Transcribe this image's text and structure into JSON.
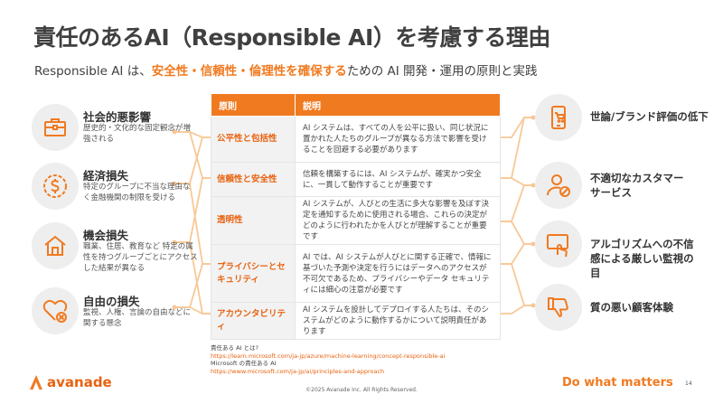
{
  "title": "責任のあるAI（Responsible AI）を考慮する理由",
  "subtitle": {
    "prefix": "Responsible AI は、",
    "highlight": "安全性・信頼性・倫理性を確保する",
    "suffix": "ための AI 開発・運用の原則と実践"
  },
  "left_items": [
    {
      "title": "社会的悪影響",
      "desc": "歴史的・文化的な固定観念が増強される",
      "icon": "toolbox-icon"
    },
    {
      "title": "経済損失",
      "desc": "特定のグループに不当な理由なく金融機関の制限を受ける",
      "icon": "dollar-icon"
    },
    {
      "title": "機会損失",
      "desc": "職業、住居、教育など 特定の属性を持つグループごとにアクセスした結果が異なる",
      "icon": "house-icon"
    },
    {
      "title": "自由の損失",
      "desc": "監視、人権、言論の自由などに関する懸念",
      "icon": "broken-heart-icon"
    }
  ],
  "right_items": [
    {
      "title": "世論/ブランド評価の低下",
      "icon": "mobile-cart-icon"
    },
    {
      "title": "不適切なカスタマーサービス",
      "icon": "person-blocked-icon"
    },
    {
      "title": "アルゴリズムへの不信感による厳しい監視の目",
      "icon": "tablet-touch-icon"
    },
    {
      "title": "質の悪い顧客体験",
      "icon": "thumbs-down-icon"
    }
  ],
  "table": {
    "headers": [
      "原則",
      "説明"
    ],
    "rows": [
      {
        "principle": "公平性と包括性",
        "description": "AI システムは、すべての人を公平に扱い、同じ状況に置かれた人たちのグループが異なる方法で影響を受けることを回避する必要があります"
      },
      {
        "principle": "信頼性と安全性",
        "description": "信頼を構築するには、AI システムが、確実かつ安全に、一貫して動作することが重要です"
      },
      {
        "principle": "透明性",
        "description": "AI システムが、人びとの生活に多大な影響を及ぼす決定を通知するために使用される場合、これらの決定がどのように行われたかを人びとが理解することが重要です"
      },
      {
        "principle": "プライバシーとセキュリティ",
        "description": "AI では、AI システムが人びとに関する正確で、情報に基づいた予測や決定を行うにはデータへのアクセスが不可欠であるため、プライバシーやデータ セキュリティには細心の注意が必要です"
      },
      {
        "principle": "アカウンタビリティ",
        "description": "AI システムを設計してデプロイする人たちは、そのシステムがどのように動作するかについて説明責任があります"
      }
    ]
  },
  "references": {
    "label1": "責任ある AI とは?",
    "link1": "https://learn.microsoft.com/ja-jp/azure/machine-learning/concept-responsible-ai",
    "label2": "Microsoft の責任ある AI",
    "link2": "https://www.microsoft.com/ja-jp/ai/principles-and-approach"
  },
  "footer": {
    "logo": "avanade",
    "copyright": "©2025 Avanade Inc. All Rights Reserved.",
    "tagline": "Do what matters",
    "page": "14"
  },
  "colors": {
    "accent": "#f07a20",
    "accent_dark": "#e8620f",
    "connector": "#f7c48f",
    "icon_bg": "#eeeeee"
  }
}
